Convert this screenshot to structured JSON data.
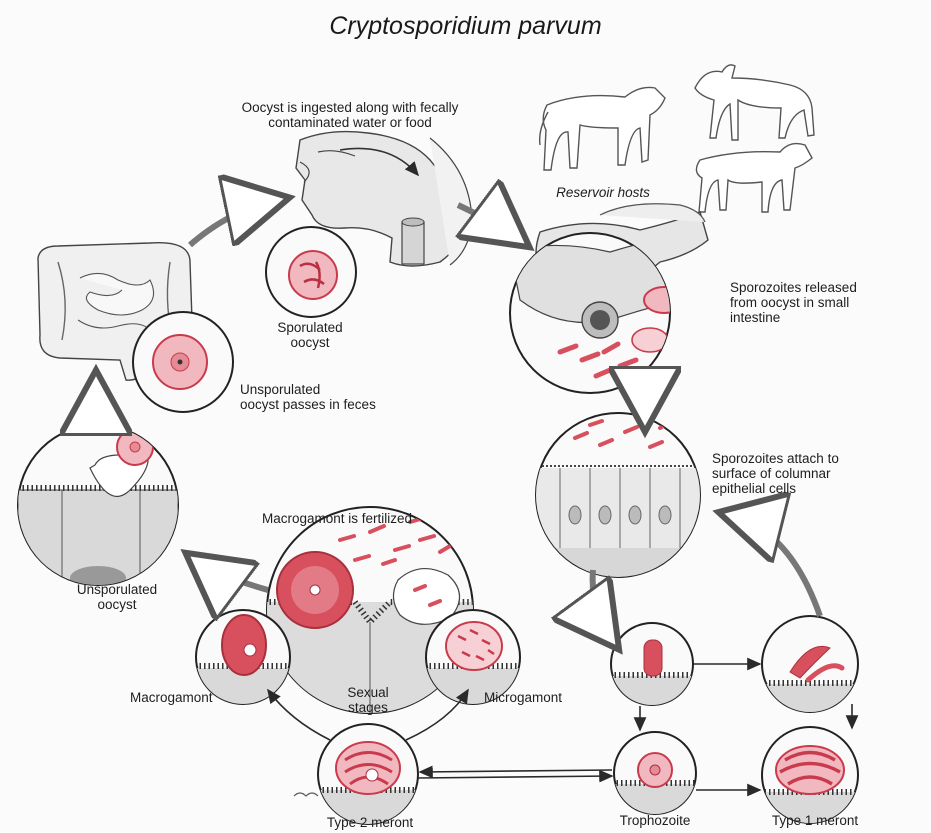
{
  "title": "Cryptosporidium parvum",
  "labels": {
    "ingestion": "Oocyst is ingested along with fecally\ncontaminated water or food",
    "reservoir": "Reservoir hosts",
    "sporozoites_released": "Sporozoites released\nfrom oocyst in small\nintestine",
    "sporozoites_attach": "Sporozoites attach to\nsurface of columnar\nepithelial cells",
    "sporulated": "Sporulated\noocyst",
    "unsporulated_feces": "Unsporulated\noocyst passes in feces",
    "macrogamont_fertilized": "Macrogamont is fertilized",
    "unsporulated_oocyst": "Unsporulated\noocyst",
    "macrogamont": "Macrogamont",
    "sexual_stages": "Sexual\nstages",
    "microgamont": "Microgamont",
    "type2": "Type 2 meront",
    "trophozoite": "Trophozoite",
    "type1": "Type 1 meront"
  },
  "colors": {
    "parasite": "#d8505e",
    "parasite_light": "#f2b8bf",
    "ink": "#2a2a2a",
    "tissue": "#cfcfcf"
  }
}
